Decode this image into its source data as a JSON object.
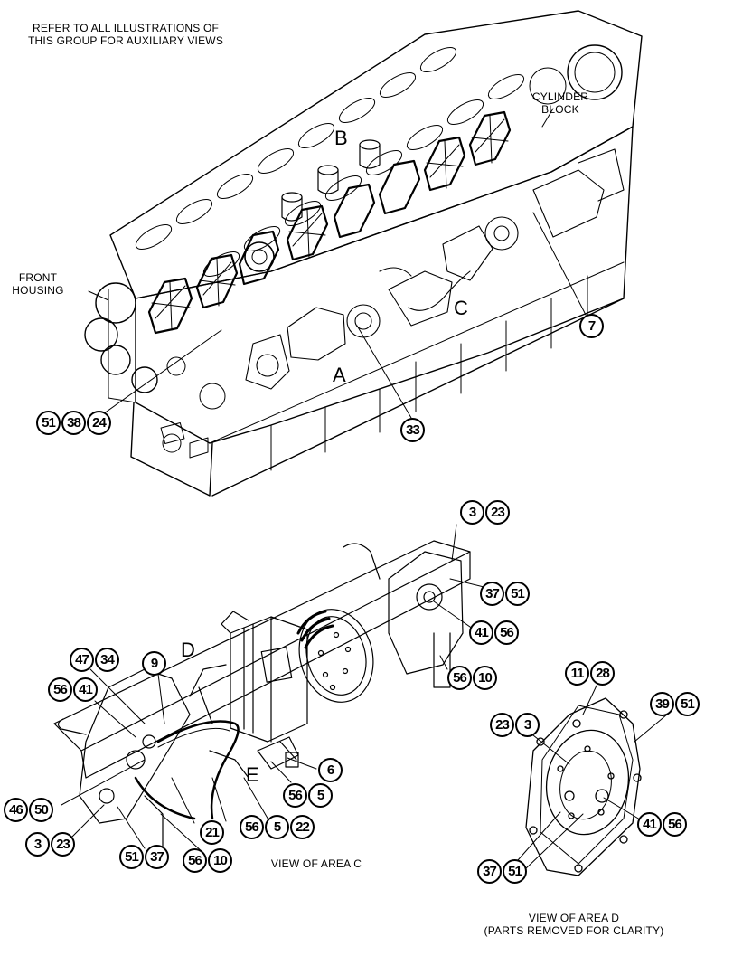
{
  "notes": {
    "refer": "REFER TO ALL ILLUSTRATIONS OF\nTHIS GROUP FOR AUXILIARY VIEWS",
    "cylinder_block": "CYLINDER\nBLOCK",
    "front_housing": "FRONT\nHOUSING",
    "view_c": "VIEW OF AREA C",
    "view_d": "VIEW OF AREA D\n(PARTS REMOVED FOR CLARITY)"
  },
  "area_letters": {
    "a": "A",
    "b": "B",
    "c": "C",
    "d": "D",
    "e": "E"
  },
  "callouts": {
    "c51a": "51",
    "c38": "38",
    "c24": "24",
    "c33": "33",
    "c7": "7",
    "c3a": "3",
    "c23a": "23",
    "c37a": "37",
    "c51b": "51",
    "c41a": "41",
    "c56a": "56",
    "c56b": "56",
    "c10a": "10",
    "c47": "47",
    "c34": "34",
    "c9": "9",
    "c56c": "56",
    "c41b": "41",
    "c6": "6",
    "c56d": "56",
    "c5a": "5",
    "c46": "46",
    "c50": "50",
    "c21": "21",
    "c56e": "56",
    "c5b": "5",
    "c22": "22",
    "c3b": "3",
    "c23b": "23",
    "c51c": "51",
    "c37b": "37",
    "c56f": "56",
    "c10b": "10",
    "c11": "11",
    "c28": "28",
    "c39": "39",
    "c51d": "51",
    "c23c": "23",
    "c3c": "3",
    "c41c": "41",
    "c56g": "56",
    "c37c": "37",
    "c51e": "51"
  }
}
